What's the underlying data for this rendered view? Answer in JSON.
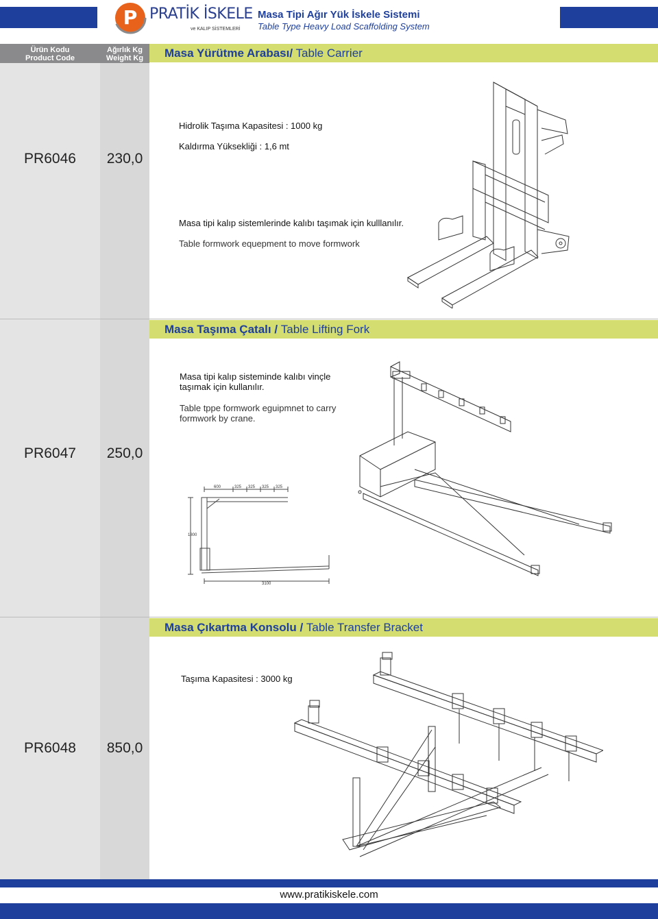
{
  "header": {
    "brand_main": "PRATİK İSKELE",
    "brand_sub": "ve KALIP SİSTEMLERİ",
    "logo_letter": "P",
    "title_tr": "Masa Tipi Ağır Yük İskele Sistemi",
    "title_en": "Table Type Heavy Load Scaffolding System"
  },
  "columns": {
    "code_tr": "Ürün Kodu",
    "code_en": "Product Code",
    "weight_tr": "Ağırlık Kg",
    "weight_en": "Weight Kg"
  },
  "products": [
    {
      "title_tr": "Masa Yürütme Arabası/",
      "title_en": " Table Carrier",
      "code": "PR6046",
      "weight": "230,0",
      "lines": [
        "Hidrolik Taşıma Kapasitesi : 1000 kg",
        "Kaldırma Yüksekliği : 1,6 mt",
        "Masa tipi kalıp sistemlerinde kalıbı taşımak için kulllanılır.",
        "Table formwork equepment to move formwork"
      ]
    },
    {
      "title_tr": "Masa Taşıma Çatalı / ",
      "title_en": "Table Lifting Fork",
      "code": "PR6047",
      "weight": "250,0",
      "lines": [
        "Masa tipi kalıp sisteminde kalıbı vinçle",
        "taşımak için kullanılır.",
        "Table tppe formwork eguipmnet to carry",
        "formwork by crane."
      ],
      "dimensions": {
        "top": [
          "600",
          "325",
          "325",
          "325",
          "325"
        ],
        "height": "1800",
        "length": "3100"
      }
    },
    {
      "title_tr": "Masa Çıkartma Konsolu / ",
      "title_en": "Table Transfer Bracket",
      "code": "PR6048",
      "weight": "850,0",
      "lines": [
        "Taşıma Kapasitesi : 3000 kg"
      ]
    }
  ],
  "footer": {
    "url": "www.pratikiskele.com"
  },
  "colors": {
    "brand_blue": "#1e3f9c",
    "title_bar": "#d3dd70",
    "logo_orange": "#e8621c",
    "column_gray": "#8a8a8c"
  }
}
